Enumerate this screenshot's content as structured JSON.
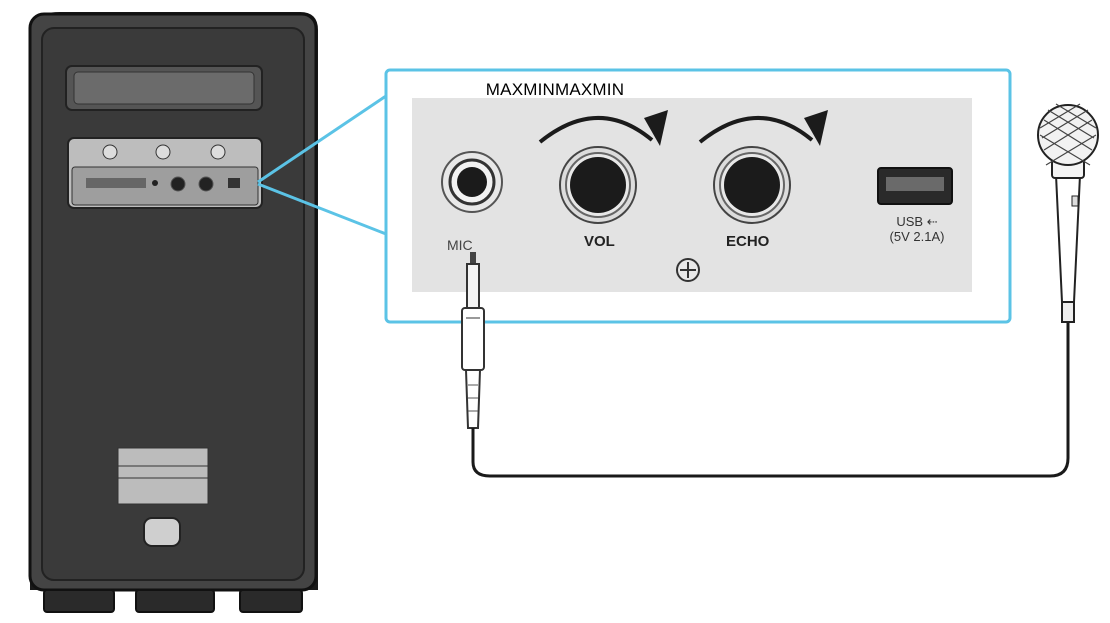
{
  "caption": "MAXMINMAXMIN",
  "panel": {
    "mic_label": "MIC",
    "vol_label": "VOL",
    "echo_label": "ECHO",
    "usb_label": "USB ⇠",
    "usb_spec": "(5V 2.1A)"
  },
  "colors": {
    "speaker_body": "#3d3d3d",
    "speaker_outline": "#1a1a1a",
    "callout_border": "#5bc3e6",
    "panel_fill": "#e3e3e3",
    "knob": "#1b1b1b"
  }
}
